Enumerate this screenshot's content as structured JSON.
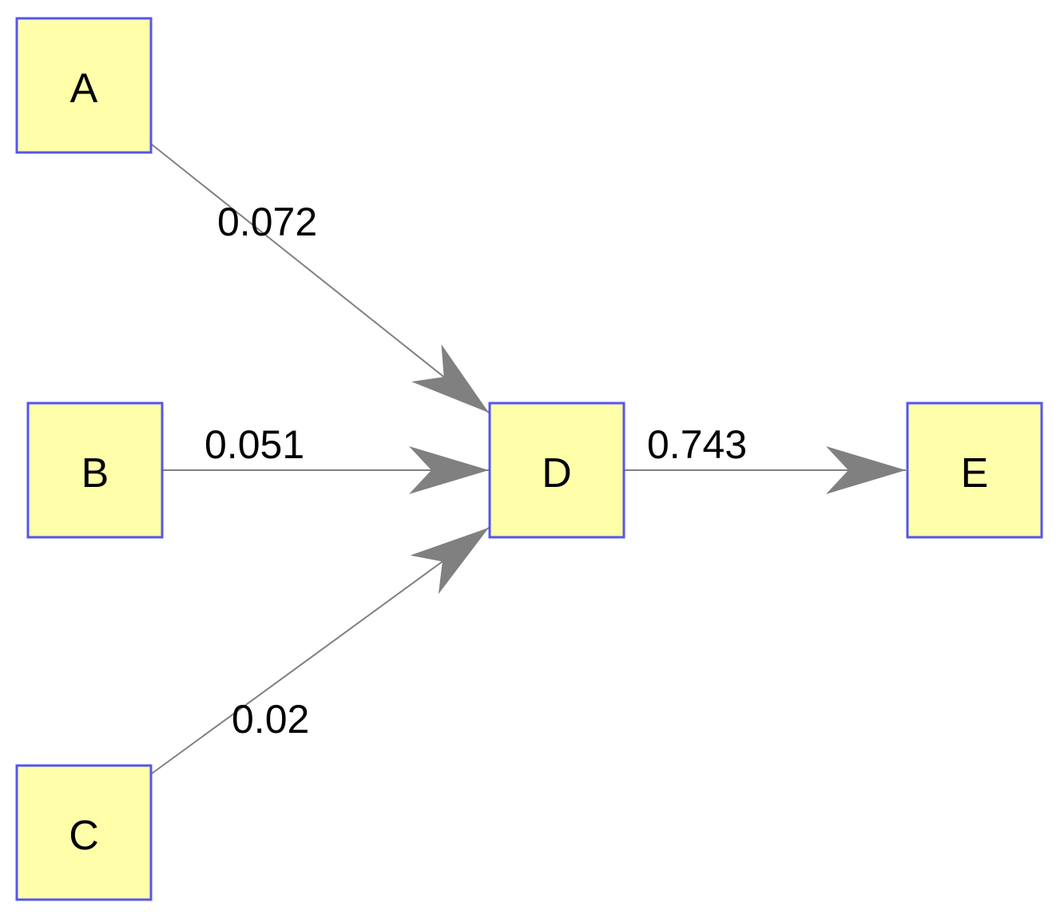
{
  "colors": {
    "node_fill": "#ffffaa",
    "node_stroke": "#5555ee",
    "edge": "#808080",
    "arrow": "#808080",
    "text": "#000000"
  },
  "nodes": [
    {
      "id": "A",
      "label": "A"
    },
    {
      "id": "B",
      "label": "B"
    },
    {
      "id": "C",
      "label": "C"
    },
    {
      "id": "D",
      "label": "D"
    },
    {
      "id": "E",
      "label": "E"
    }
  ],
  "edges": [
    {
      "from": "A",
      "to": "D",
      "label": "0.072"
    },
    {
      "from": "B",
      "to": "D",
      "label": "0.051"
    },
    {
      "from": "C",
      "to": "D",
      "label": "0.02"
    },
    {
      "from": "D",
      "to": "E",
      "label": "0.743"
    }
  ]
}
